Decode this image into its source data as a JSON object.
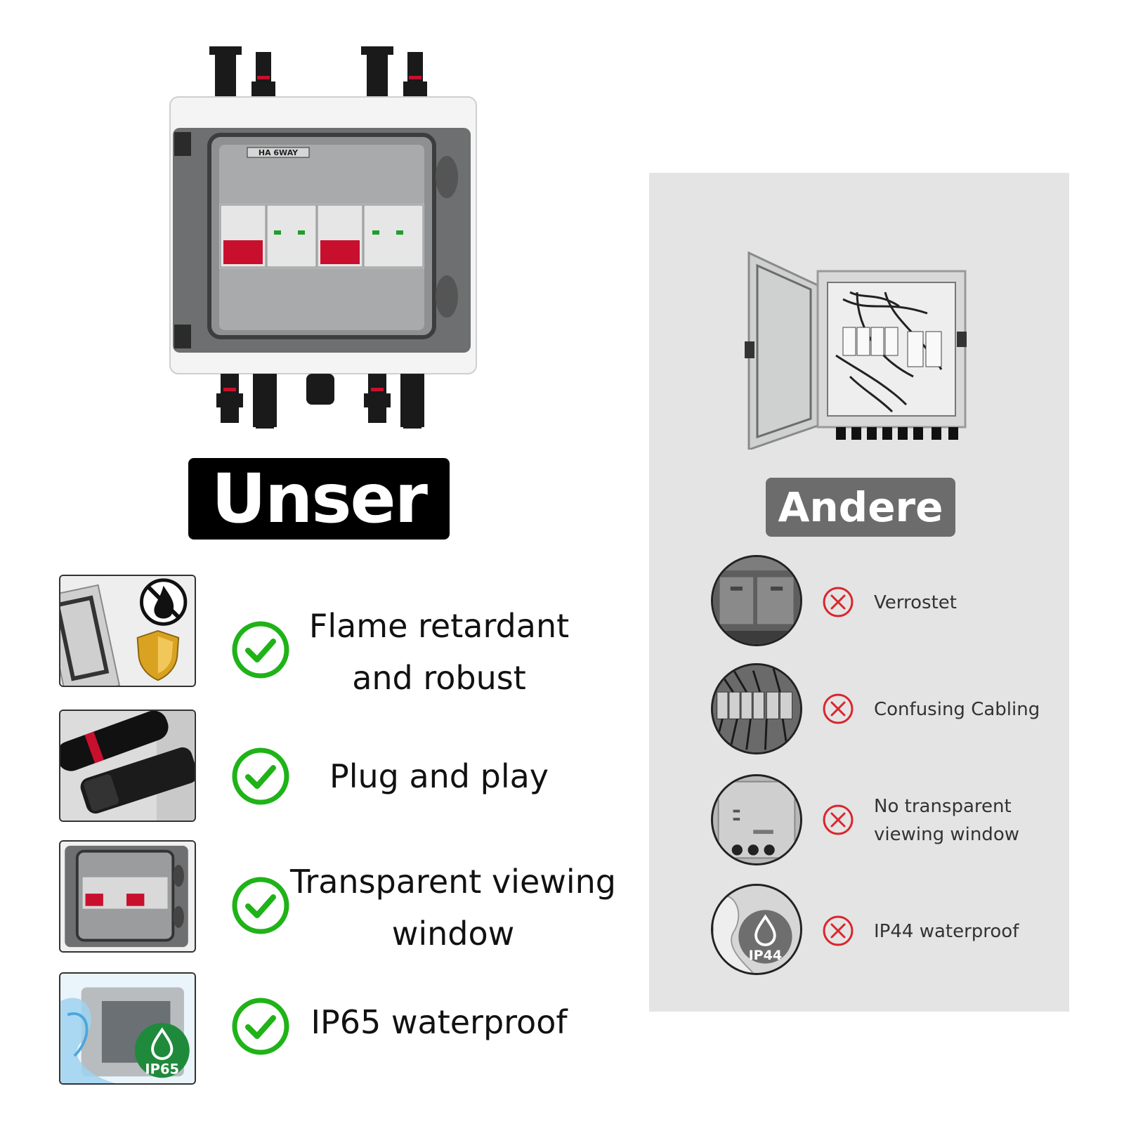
{
  "ours": {
    "label": "Unser",
    "features": [
      {
        "line1": "Flame retardant",
        "line2": "and robust",
        "thumb_icon": "flame-retardant-shield-icon"
      },
      {
        "line1": "Plug and play",
        "line2": "",
        "thumb_icon": "mc4-connector-icon"
      },
      {
        "line1": "Transparent viewing",
        "line2": "window",
        "thumb_icon": "transparent-box-icon"
      },
      {
        "line1": "IP65 waterproof",
        "line2": "",
        "thumb_icon": "ip65-water-icon",
        "badge": "IP65"
      }
    ],
    "box_plate": "HA 6WAY"
  },
  "others": {
    "label": "Andere",
    "cons": [
      {
        "line1": "Verrostet",
        "line2": ""
      },
      {
        "line1": "Confusing Cabling",
        "line2": ""
      },
      {
        "line1": "No transparent",
        "line2": "viewing window"
      },
      {
        "line1": "IP44 waterproof",
        "line2": "",
        "badge": "IP44"
      }
    ]
  },
  "colors": {
    "check_green": "#1fb318",
    "cross_red": "#d9262c",
    "breaker_red": "#c8102e",
    "panel_gray": "#e4e4e4",
    "badge_black": "#000000",
    "badge_gray": "#6c6c6c"
  }
}
